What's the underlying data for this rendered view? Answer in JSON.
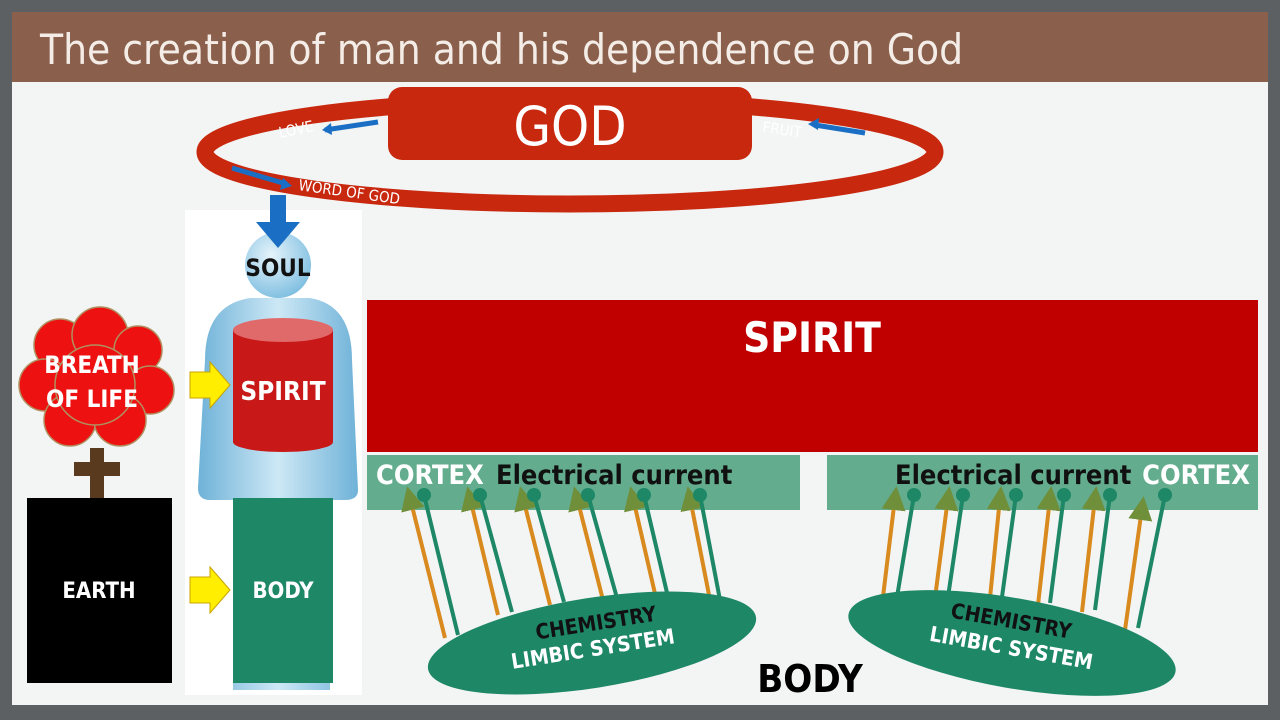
{
  "title": "The creation of man and his dependence on God",
  "ring": {
    "god": "GOD",
    "love": "LOVE",
    "fruit": "FRUIT",
    "word": "WORD OF GOD"
  },
  "figure": {
    "soul": "SOUL",
    "spirit": "SPIRIT",
    "body": "BODY"
  },
  "left": {
    "breath_line1": "BREATH",
    "breath_line2": "OF LIFE",
    "earth": "EARTH"
  },
  "main": {
    "spirit": "SPIRIT",
    "cortex_left": "CORTEX",
    "current_left": "Electrical current",
    "current_right": "Electrical current",
    "cortex_right": "CORTEX",
    "limbic_left": [
      "CHEMISTRY",
      "LIMBIC SYSTEM"
    ],
    "limbic_right": [
      "CHEMISTRY",
      "LIMBIC SYSTEM"
    ],
    "body": "BODY"
  },
  "colors": {
    "title_bar": "#8a5f4b",
    "ring": "#c8280e",
    "spirit": "#c00000",
    "cortex": "#63ad8e",
    "limbic": "#1d8766",
    "orange": "#d88a1e"
  }
}
